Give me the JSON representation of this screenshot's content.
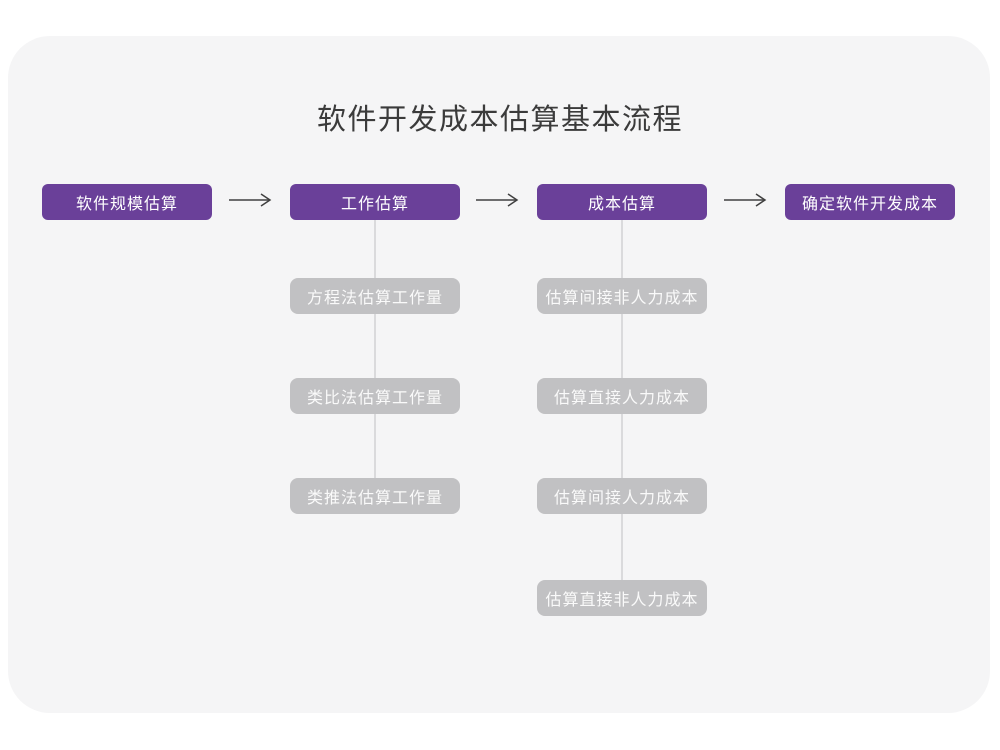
{
  "title": "软件开发成本估算基本流程",
  "flow": {
    "steps": [
      {
        "label": "软件规模估算"
      },
      {
        "label": "工作估算"
      },
      {
        "label": "成本估算"
      },
      {
        "label": "确定软件开发成本"
      }
    ],
    "work_methods": [
      "方程法估算工作量",
      "类比法估算工作量",
      "类推法估算工作量"
    ],
    "cost_methods": [
      "估算间接非人力成本",
      "估算直接人力成本",
      "估算间接人力成本",
      "估算直接非人力成本"
    ]
  },
  "colors": {
    "primary_node": "#6A4099",
    "secondary_node": "#C1C1C3",
    "card_background": "#F5F5F6",
    "page_background": "#FFFFFF",
    "connector_line": "#DADADC",
    "arrow": "#404040",
    "title_text": "#3B3B3B",
    "node_text": "#FFFFFF"
  }
}
